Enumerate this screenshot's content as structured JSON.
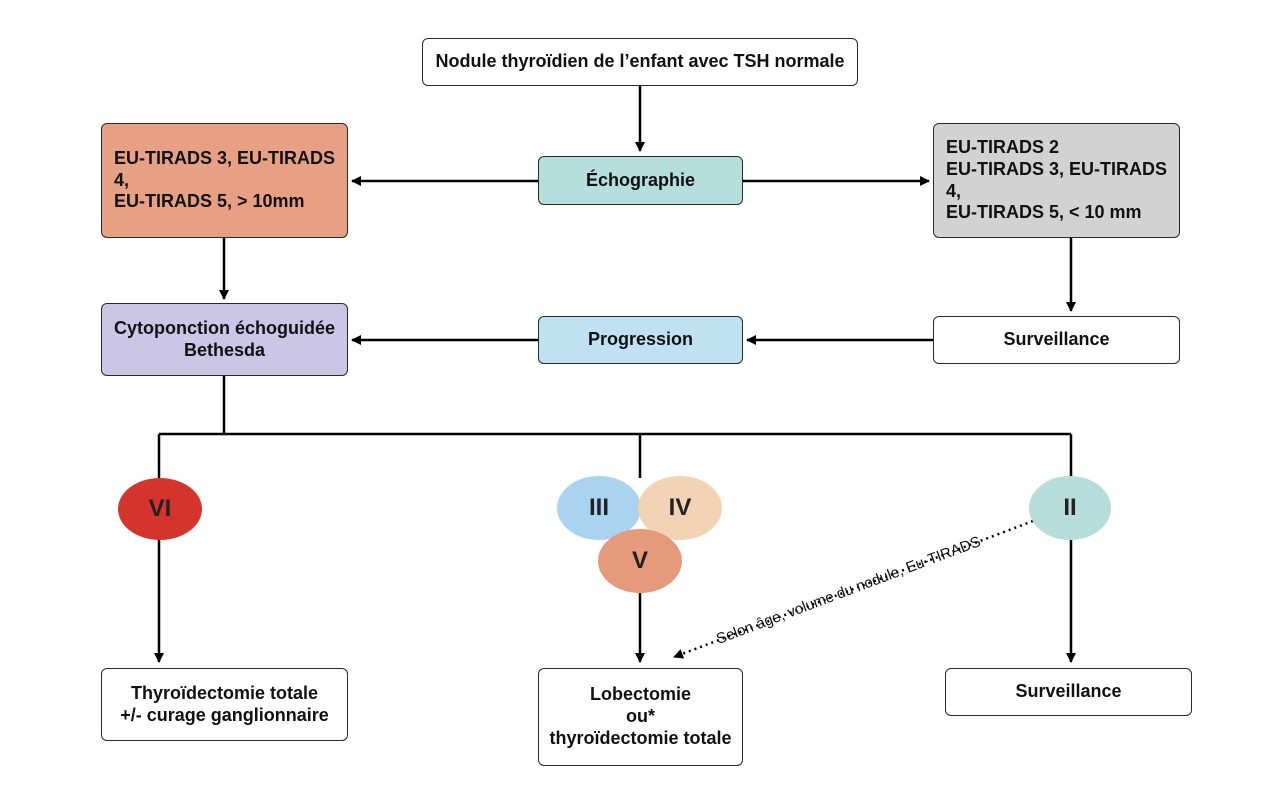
{
  "nodes": {
    "start": "Nodule thyroïdien de l’enfant avec TSH normale",
    "echo": "Échographie",
    "left_line1": "EU-TIRADS 3, EU-TIRADS 4,",
    "left_line2": "EU-TIRADS 5, > 10mm",
    "right_line1": "EU-TIRADS 2",
    "right_line2": "EU-TIRADS 3, EU-TIRADS 4,",
    "right_line3": "EU-TIRADS 5, < 10 mm",
    "cyto_line1": "Cytoponction échoguidée",
    "cyto_line2": "Bethesda",
    "progression": "Progression",
    "surveillance_top": "Surveillance",
    "thyro_line1": "Thyroïdectomie totale",
    "thyro_line2": "+/- curage ganglionnaire",
    "lobe_line1": "Lobectomie",
    "lobe_line2": "ou*",
    "lobe_line3": "thyroïdectomie totale",
    "surveillance_bottom": "Surveillance"
  },
  "categories": {
    "vi": "VI",
    "iii": "III",
    "iv": "IV",
    "v": "V",
    "ii": "II"
  },
  "annotation": "Selon âge, volume du nodule, Eu-TIRADS",
  "colors": {
    "salmon": "#e8a084",
    "teal": "#b5dedd",
    "gray": "#d2d2d2",
    "lavender": "#cbc6e6",
    "light_blue": "#bfe1f2",
    "red": "#d5342c",
    "blue_oval": "#a9d3ee",
    "peach": "#f3d3b6",
    "orange_oval": "#e59a7c",
    "teal_oval": "#b6dcdc"
  }
}
